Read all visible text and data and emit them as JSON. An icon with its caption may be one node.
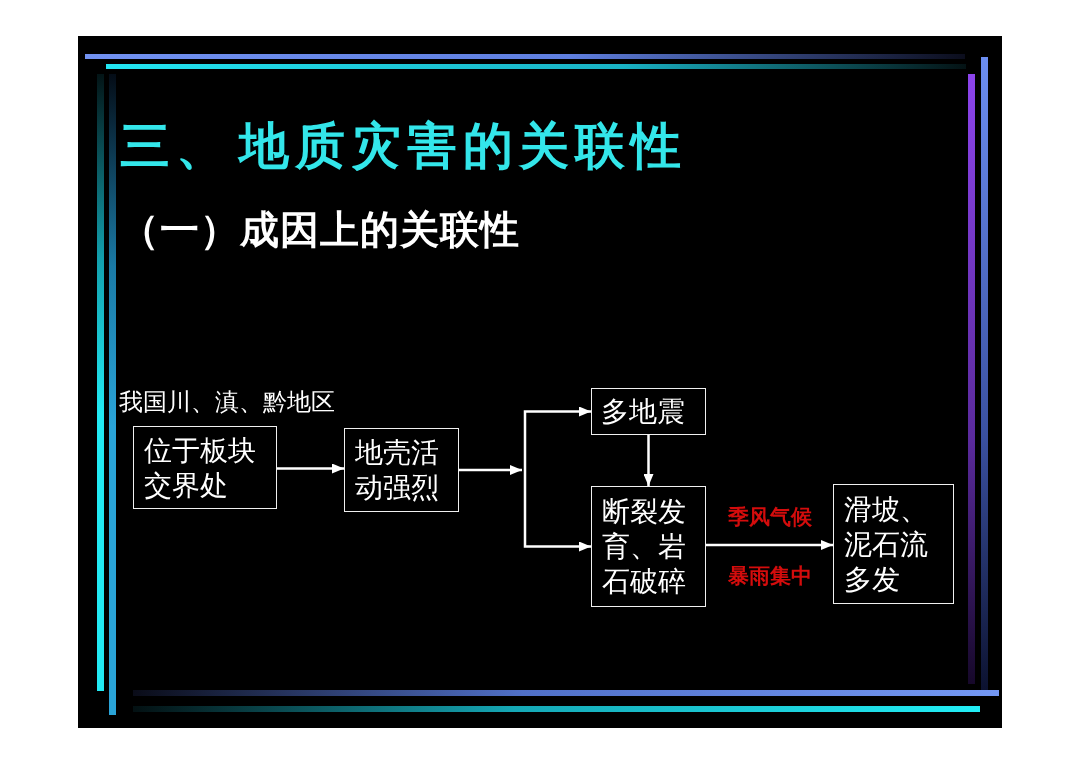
{
  "diagram": {
    "title": "三、 地质灾害的关联性",
    "nodes": [
      {
        "text": [
          "位于板块交界处"
        ],
        "beside": [
          "我国川、滇、黔地区"
        ]
      },
      {
        "text": [
          "地壳活动强烈"
        ]
      },
      {
        "text": [
          "多地震"
        ]
      },
      {
        "text": [
          "断裂发育、岩石破碎"
        ]
      },
      {
        "text": [
          "滑坡、泥石流多发"
        ]
      }
    ],
    "edges": [
      {
        "from": 0,
        "to": 1,
        "arrow": "to"
      },
      {
        "from": 1,
        "to": 2,
        "arrow": "to"
      },
      {
        "from": 1,
        "to": 3,
        "arrow": "to"
      },
      {
        "from": 2,
        "to": 3,
        "arrow": "to"
      },
      {
        "from": 3,
        "to": 4,
        "arrow": "to",
        "label": "季风气候"
      }
    ],
    "labels": [
      "（一）成因上的关联性",
      "暴雨集中"
    ]
  }
}
